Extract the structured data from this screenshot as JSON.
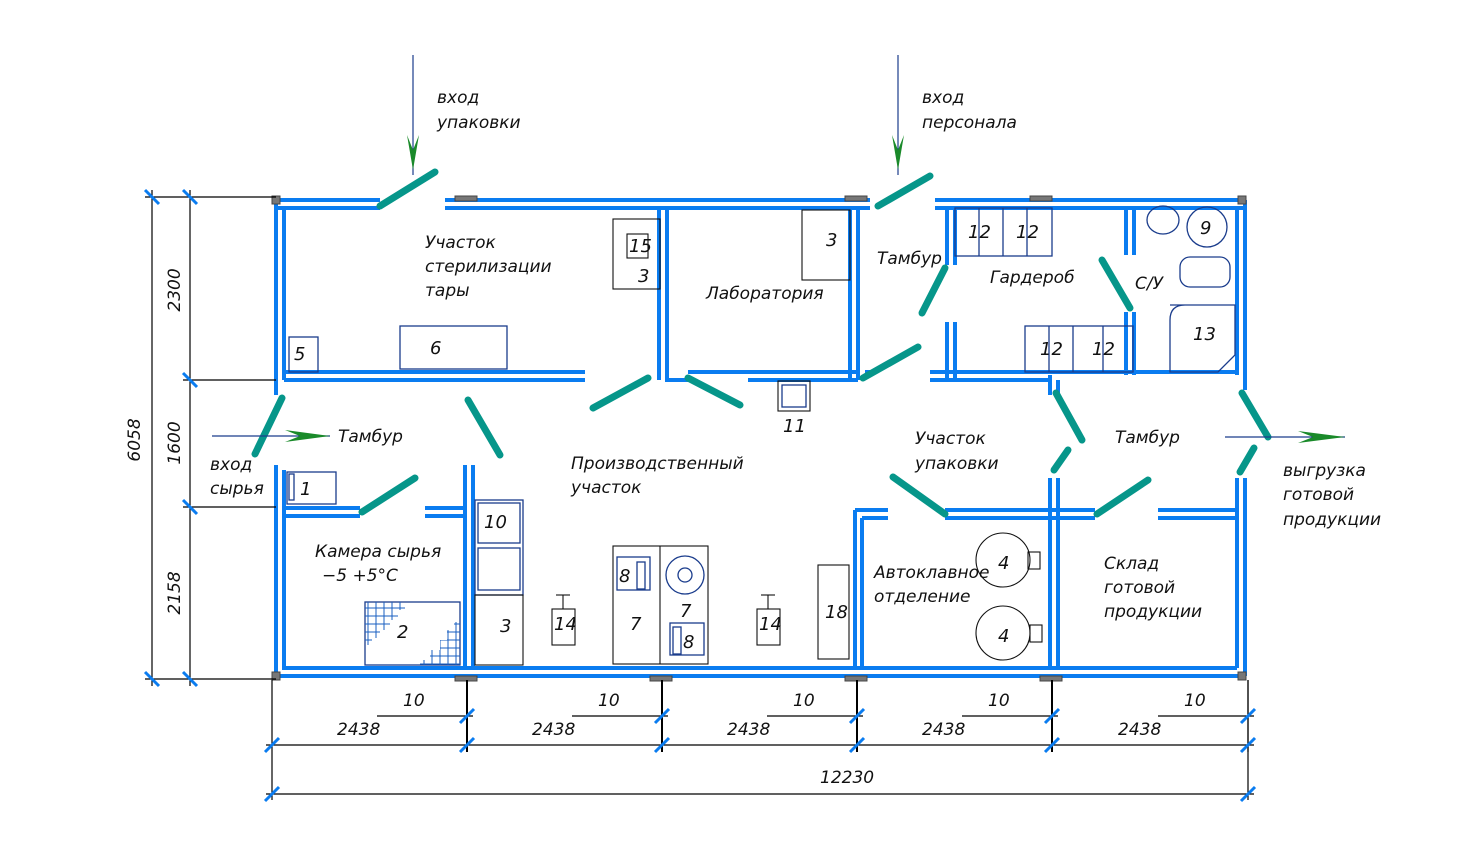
{
  "title": "План цеха",
  "colors": {
    "wall": "#0a7cf0",
    "door": "#06968a",
    "arrow": "#1a8a2a",
    "equipment": "#1a3c8c"
  },
  "rooms": {
    "sterilization": "Участок стерилизации тары",
    "sterilization_lines": [
      "Участок",
      "стерилизации",
      "тары"
    ],
    "laboratory": "Лаборатория",
    "vestibule_top": "Тамбур",
    "wardrobe": "Гардероб",
    "wc": "С/У",
    "vestibule_left": "Тамбур",
    "production_lines": [
      "Производственный",
      "участок"
    ],
    "packing_lines": [
      "Участок",
      "упаковки"
    ],
    "vestibule_right": "Тамбур",
    "raw_chamber_lines": [
      "Камера сырья",
      "−5 +5°С"
    ],
    "autoclave_lines": [
      "Автоклавное",
      "отделение"
    ],
    "warehouse_lines": [
      "Склад",
      "готовой",
      "продукции"
    ]
  },
  "entrances": {
    "packaging": [
      "вход",
      "упаковки"
    ],
    "personnel": [
      "вход",
      "персонала"
    ],
    "raw": [
      "вход",
      "сырья"
    ],
    "shipping": [
      "выгрузка",
      "готовой",
      "продукции"
    ]
  },
  "equipment": {
    "e15": "15",
    "e3a": "3",
    "e6": "6",
    "e5": "5",
    "e3b": "3",
    "e12a": "12",
    "e12b": "12",
    "e12c": "12",
    "e12d": "12",
    "e9": "9",
    "e13": "13",
    "e11": "11",
    "e1": "1",
    "e10": "10",
    "e3c": "3",
    "e2": "2",
    "e14a": "14",
    "e14b": "14",
    "e7a": "7",
    "e7b": "7",
    "e8a": "8",
    "e8b": "8",
    "e18": "18",
    "e4a": "4",
    "e4b": "4"
  },
  "dimensions": {
    "vertical_total": "6058",
    "vertical_parts": [
      "2300",
      "1600",
      "2158"
    ],
    "horizontal_parts": [
      "2438",
      "2438",
      "2438",
      "2438",
      "2438"
    ],
    "wall_thickness": [
      "10",
      "10",
      "10",
      "10",
      "10"
    ],
    "horizontal_total": "12230"
  }
}
